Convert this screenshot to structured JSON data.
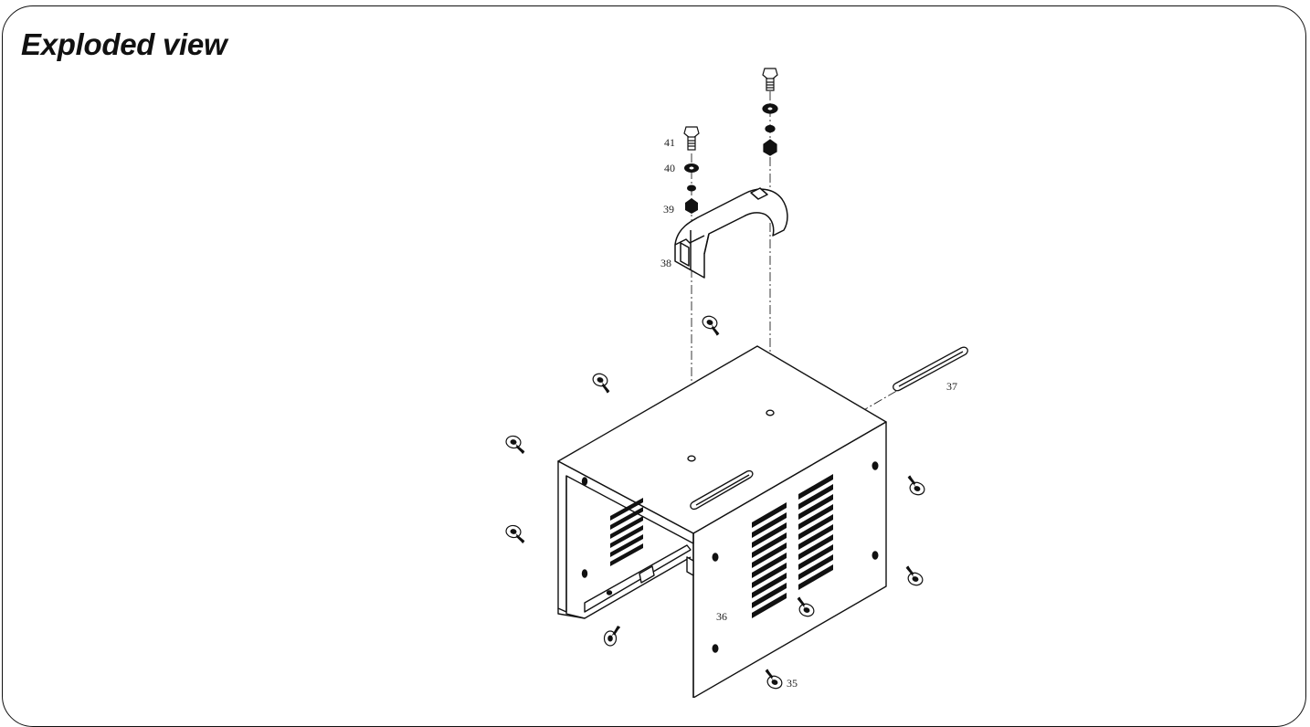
{
  "title": "Exploded view",
  "callouts": [
    {
      "id": "p41",
      "label": "41"
    },
    {
      "id": "p40",
      "label": "40"
    },
    {
      "id": "p39",
      "label": "39"
    },
    {
      "id": "p38",
      "label": "38"
    },
    {
      "id": "p37",
      "label": "37"
    },
    {
      "id": "p36",
      "label": "36"
    },
    {
      "id": "p35",
      "label": "35"
    }
  ]
}
